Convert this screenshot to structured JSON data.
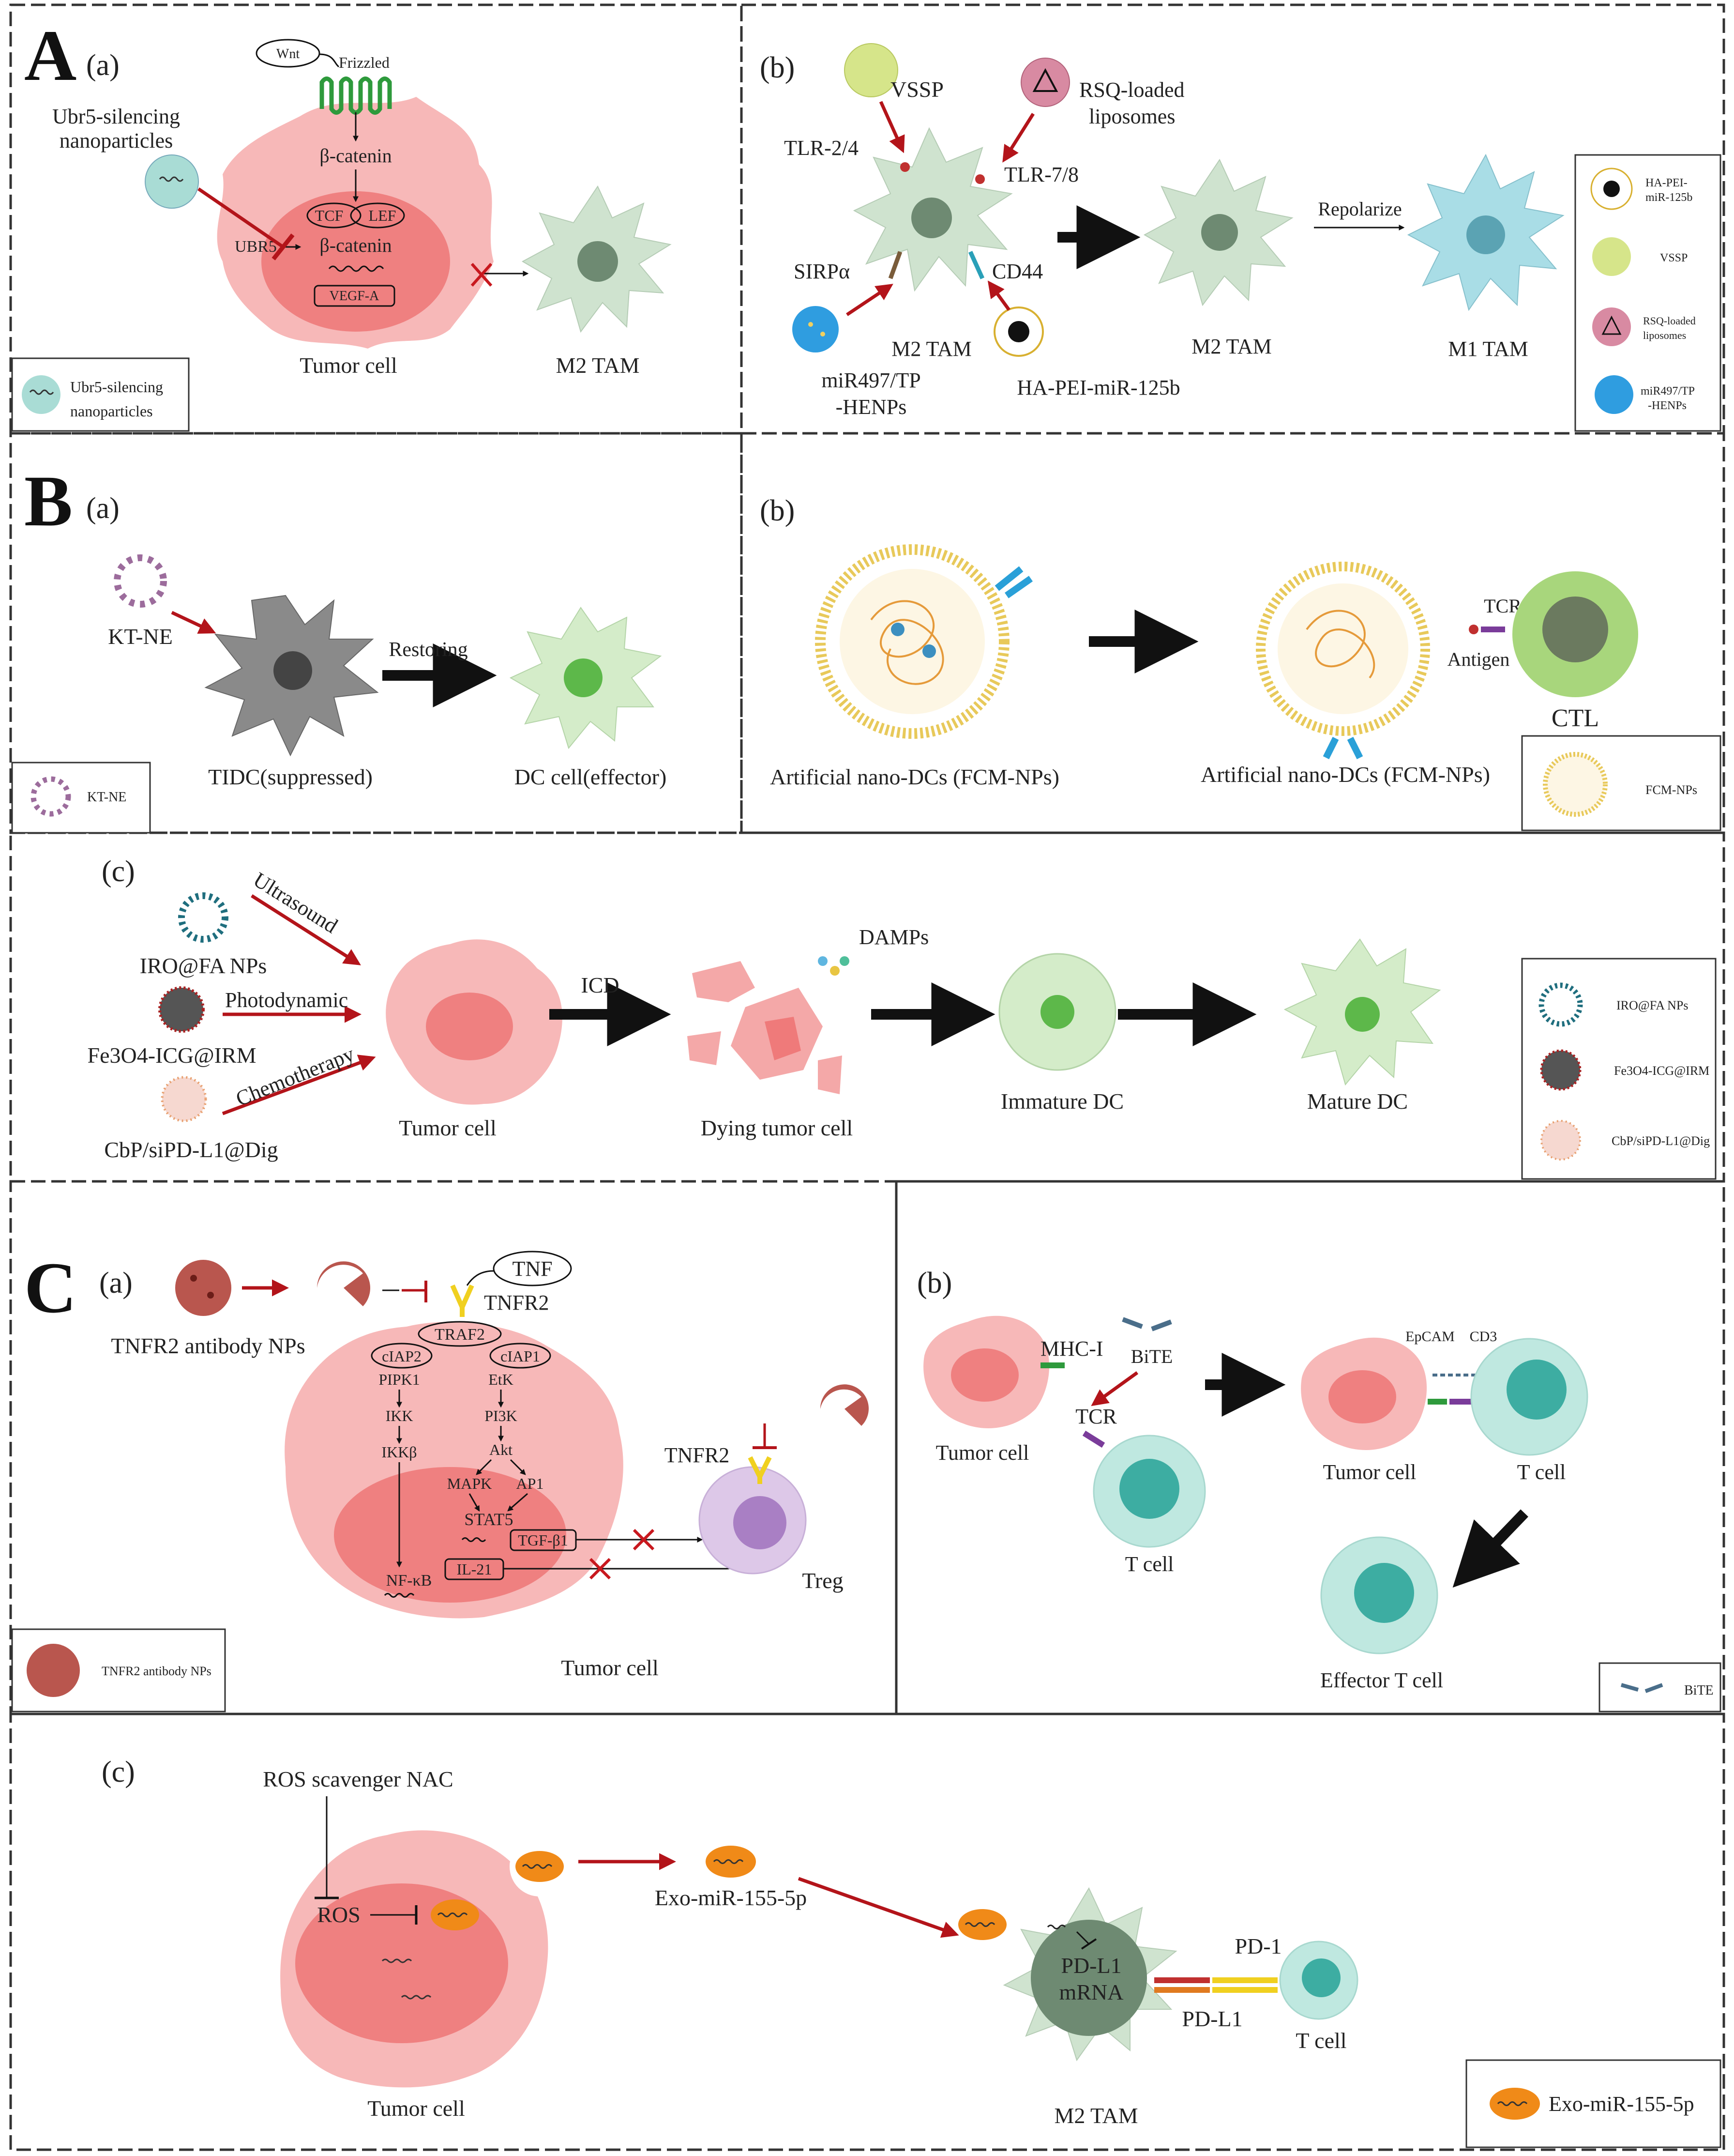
{
  "A": {
    "letter": "A",
    "a": {
      "tag": "(a)",
      "wnt": "Wnt",
      "frizzled": "Frizzled",
      "bcat1": "β-catenin",
      "tcf": "TCF",
      "lef": "LEF",
      "ubr5": "UBR5",
      "bcat2": "β-catenin",
      "vegf": "VEGF-A",
      "np_label": "Ubr5-silencing nanoparticles",
      "np_l1": "Ubr5-silencing",
      "np_l2": "nanoparticles",
      "tumor": "Tumor cell",
      "m2": "M2 TAM",
      "legend_l1": "Ubr5-silencing",
      "legend_l2": "nanoparticles"
    },
    "b": {
      "tag": "(b)",
      "vssp": "VSSP",
      "tlr24": "TLR-2/4",
      "rsq_l1": "RSQ-loaded",
      "rsq_l2": "liposomes",
      "tlr78": "TLR-7/8",
      "sirpa": "SIRPα",
      "cd44": "CD44",
      "m2a": "M2 TAM",
      "mir_l1": "miR497/TP",
      "mir_l2": "-HENPs",
      "hapei": "HA-PEI-miR-125b",
      "m2b": "M2 TAM",
      "repol": "Repolarize",
      "m1": "M1 TAM",
      "leg1_l1": "HA-PEI-",
      "leg1_l2": "miR-125b",
      "leg2": "VSSP",
      "leg3_l1": "RSQ-loaded",
      "leg3_l2": "liposomes",
      "leg4_l1": "miR497/TP",
      "leg4_l2": "-HENPs"
    }
  },
  "B": {
    "letter": "B",
    "a": {
      "tag": "(a)",
      "ktne": "KT-NE",
      "restoring": "Restoring",
      "tidc": "TIDC(suppressed)",
      "dc": "DC cell(effector)",
      "legend": "KT-NE"
    },
    "b": {
      "tag": "(b)",
      "nano1": "Artificial nano-DCs (FCM-NPs)",
      "nano2": "Artificial nano-DCs (FCM-NPs)",
      "tcr": "TCR",
      "antigen": "Antigen",
      "ctl": "CTL",
      "legend": "FCM-NPs"
    },
    "c": {
      "tag": "(c)",
      "iro": "IRO@FA NPs",
      "fe": "Fe3O4-ICG@IRM",
      "cbp": "CbP/siPD-L1@Dig",
      "ultra": "Ultrasound",
      "photo": "Photodynamic",
      "chemo": "Chemotherapy",
      "tumor": "Tumor cell",
      "icd": "ICD",
      "damps": "DAMPs",
      "dying": "Dying tumor cell",
      "immature": "Immature DC",
      "mature": "Mature DC",
      "leg1": "IRO@FA NPs",
      "leg2": "Fe3O4-ICG@IRM",
      "leg3": "CbP/siPD-L1@Dig"
    }
  },
  "C": {
    "letter": "C",
    "a": {
      "tag": "(a)",
      "tnf": "TNF",
      "tnfr2": "TNFR2",
      "np": "TNFR2 antibody NPs",
      "traf2": "TRAF2",
      "ciap2": "cIAP2",
      "ciap1": "cIAP1",
      "pipk1": "PIPK1",
      "etk": "EtK",
      "ikk": "IKK",
      "pi3k": "PI3K",
      "ikkb": "IKKβ",
      "akt": "Akt",
      "mapk": "MAPK",
      "ap1": "AP1",
      "stat5": "STAT5",
      "tgf": "TGF-β1",
      "il21": "IL-21",
      "nfkb": "NF-κB",
      "tnfr2b": "TNFR2",
      "treg": "Treg",
      "tumor": "Tumor cell",
      "legend": "TNFR2 antibody NPs"
    },
    "b": {
      "tag": "(b)",
      "mhc": "MHC-I",
      "bite": "BiTE",
      "tcr": "TCR",
      "tumor1": "Tumor cell",
      "tcell1": "T cell",
      "epcam": "EpCAM",
      "cd3": "CD3",
      "tumor2": "Tumor cell",
      "tcell2": "T cell",
      "effector": "Effector T cell",
      "legend": "BiTE"
    },
    "c": {
      "tag": "(c)",
      "nac": "ROS scavenger NAC",
      "ros": "ROS",
      "exo": "Exo-miR-155-5p",
      "tumor": "Tumor cell",
      "pdl1_l1": "PD-L1",
      "pdl1_l2": "mRNA",
      "pd1": "PD-1",
      "pdl1": "PD-L1",
      "tcell": "T cell",
      "m2": "M2 TAM",
      "legend": "Exo-miR-155-5p"
    }
  },
  "colors": {
    "tumor_fill": "#f7b8b8",
    "tumor_nucleus": "#ef7a7a",
    "tam_fill": "#cfe3cf",
    "tam_nucleus": "#6e8a72",
    "m1_fill": "#a9dde6",
    "dc_fill": "#d4ecc9",
    "dc_nucleus": "#5db84a",
    "tcell_fill": "#bfe8e0",
    "tcell_nucleus": "#3dada2",
    "treg_fill": "#ddc8e8",
    "treg_nucleus": "#a97fc4",
    "tidc_fill": "#8a8a8a",
    "ctl_fill": "#a8d67c",
    "arrow_red": "#b3141a",
    "exo_orange": "#f08a18"
  }
}
